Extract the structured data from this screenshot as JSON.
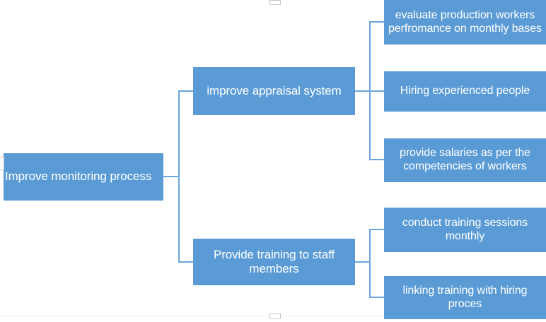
{
  "diagram": {
    "type": "hierarchy-tree",
    "title": "Improve monitoring process",
    "colors": {
      "node_fill": "#5B9BD5",
      "node_text": "#FFFFFF",
      "connector": "#6CA5DB",
      "background": "#FFFFFF"
    },
    "root": {
      "label": "Improve monitoring process"
    },
    "branches": [
      {
        "label": "improve appraisal system",
        "children": [
          {
            "label": "evaluate production workers perfromance on monthly bases"
          },
          {
            "label": "Hiring experienced people"
          },
          {
            "label": "provide salaries as per the competencies of workers"
          }
        ]
      },
      {
        "label": "Provide training to staff members",
        "children": [
          {
            "label": "conduct training sessions monthly"
          },
          {
            "label": "linking training with hiring proces"
          }
        ]
      }
    ]
  }
}
